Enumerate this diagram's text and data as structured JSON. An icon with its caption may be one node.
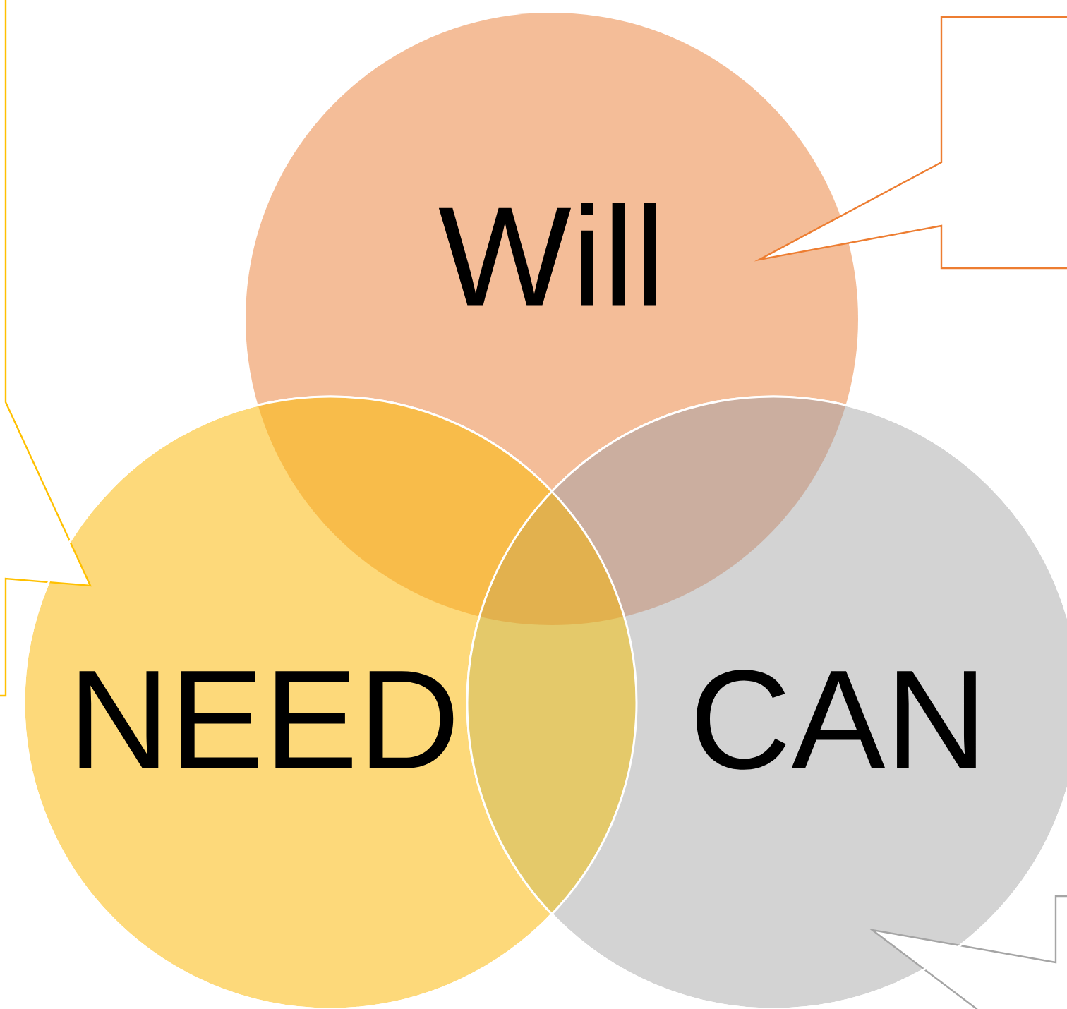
{
  "diagram": {
    "nodes": [
      {
        "text": [
          "Will"
        ]
      },
      {
        "text": [
          "NEED"
        ]
      },
      {
        "text": [
          "CAN"
        ]
      },
      {
        "text": [],
        "shape": "callout"
      },
      {
        "text": [],
        "shape": "callout"
      },
      {
        "text": [],
        "shape": "callout"
      }
    ]
  }
}
